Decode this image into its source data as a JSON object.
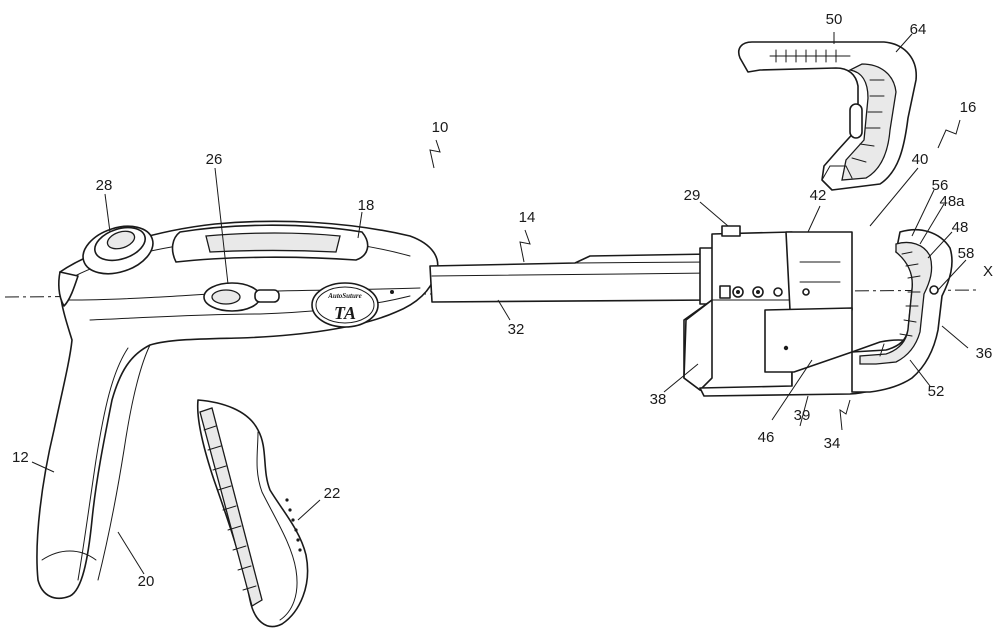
{
  "figure": {
    "logo_text": "TA",
    "logo_script": "AutoSuture",
    "axis_label": "X",
    "reference_numerals": {
      "n10": "10",
      "n12": "12",
      "n14": "14",
      "n16": "16",
      "n18": "18",
      "n20": "20",
      "n22": "22",
      "n26": "26",
      "n28": "28",
      "n29": "29",
      "n32": "32",
      "n34": "34",
      "n36": "36",
      "n38": "38",
      "n39": "39",
      "n40": "40",
      "n42": "42",
      "n46": "46",
      "n48": "48",
      "n48a": "48a",
      "n50": "50",
      "n52": "52",
      "n56": "56",
      "n58": "58",
      "n64": "64"
    }
  }
}
